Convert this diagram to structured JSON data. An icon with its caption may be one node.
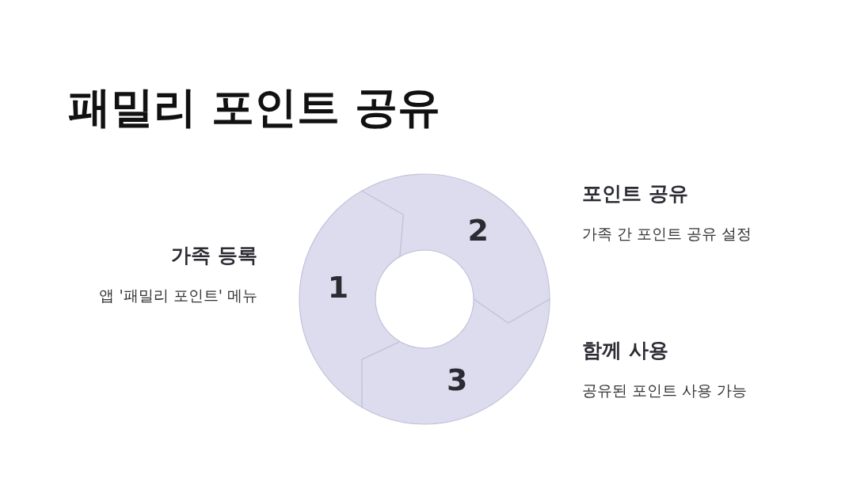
{
  "diagram": {
    "title": "패밀리 포인트 공유",
    "nodes": [
      {
        "text": [
          "1"
        ],
        "beside": [
          "가족 등록",
          "앱 '패밀리 포인트' 메뉴"
        ]
      },
      {
        "text": [
          "2"
        ],
        "beside": [
          "포인트 공유",
          "가족 간 포인트 공유 설정"
        ]
      },
      {
        "text": [
          "3"
        ],
        "beside": [
          "함께 사용",
          "공유된 포인트 사용 가능"
        ]
      }
    ]
  }
}
